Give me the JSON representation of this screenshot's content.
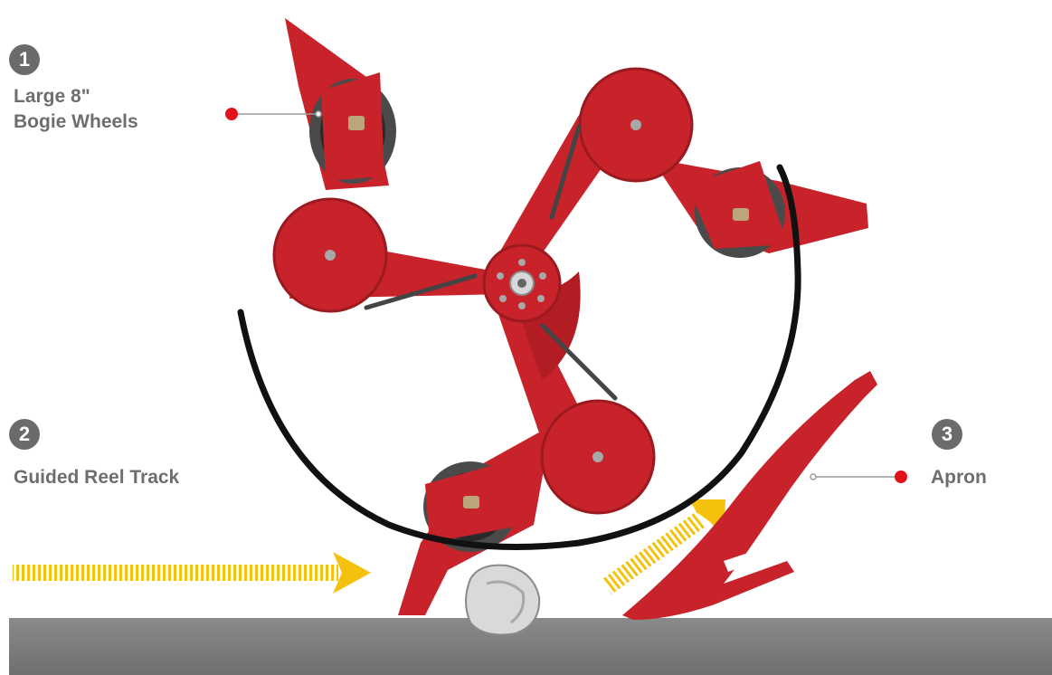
{
  "callouts": [
    {
      "number": "1",
      "lines": [
        "Large 8\"",
        "Bogie Wheels"
      ]
    },
    {
      "number": "2",
      "lines": [
        "Guided Reel Track"
      ]
    },
    {
      "number": "3",
      "lines": [
        "Apron"
      ]
    }
  ],
  "colors": {
    "reel_red": "#c8232b",
    "reel_dark": "#8e151b",
    "track": "#111111",
    "arrow": "#f4c20d",
    "marker": "#e2121b",
    "ground": "#7d7d7d",
    "label": "#6e6e6e"
  }
}
